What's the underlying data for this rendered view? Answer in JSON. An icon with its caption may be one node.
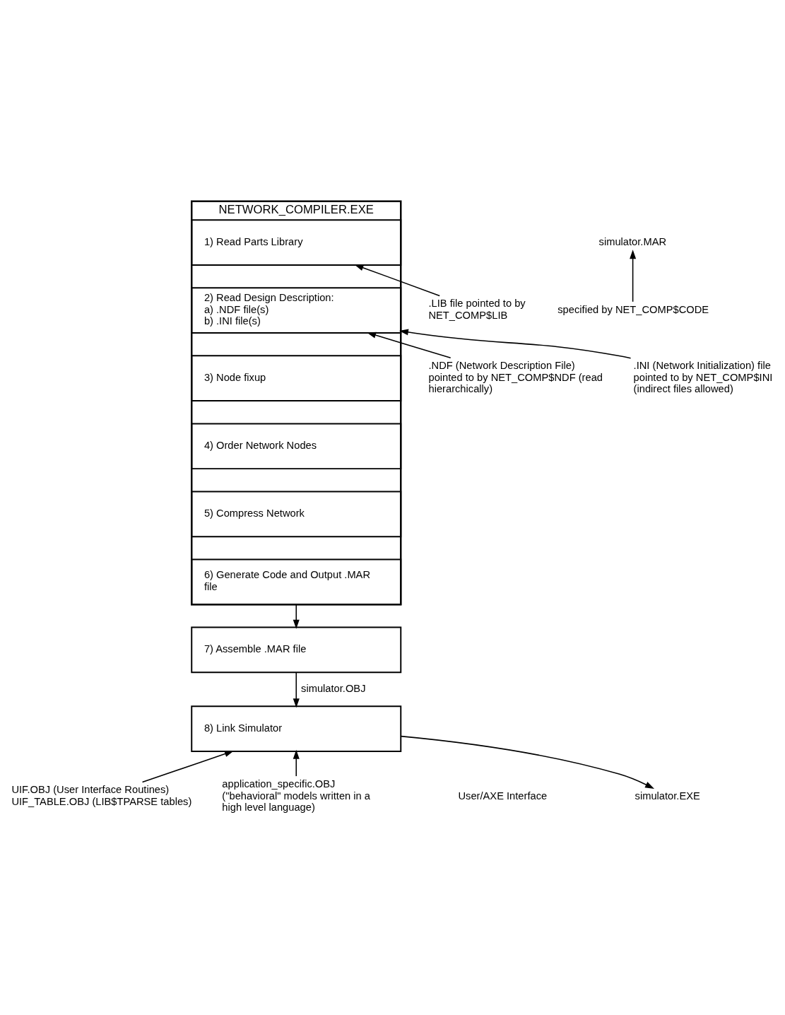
{
  "diagram": {
    "nodes": [
      {
        "text": [
          "NETWORK_COMPILER.EXE"
        ]
      },
      {
        "text": [
          "1) Read Parts Library"
        ],
        "in": 0
      },
      {
        "text": [
          "2) Read Design Description:",
          "a) .NDF file(s)",
          "b) .INI file(s)"
        ],
        "in": 0
      },
      {
        "text": [
          "3) Node fixup"
        ],
        "in": 0
      },
      {
        "text": [
          "4) Order Network Nodes"
        ],
        "in": 0
      },
      {
        "text": [
          "5) Compress Network"
        ],
        "in": 0
      },
      {
        "text": [
          "6) Generate Code and Output .MAR file"
        ],
        "in": 0
      },
      {
        "text": [
          ".LIB file pointed to by NET_COMP$LIB"
        ]
      },
      {
        "text": [
          ".NDF (Network Description File) pointed to by NET_COMP$NDF (read hierarchically)"
        ]
      },
      {
        "text": [
          ".INI (Network Initialization) file pointed to by NET_COMP$INI (indirect files allowed)"
        ]
      },
      {
        "text": [
          "simulator.MAR"
        ]
      },
      {
        "text": [
          "specified by NET_COMP$CODE"
        ]
      },
      {
        "text": [
          "7) Assemble .MAR file"
        ]
      },
      {
        "text": [
          "UIF.OBJ (User Interface Routines)",
          "UIF_TABLE.OBJ (LIB$TPARSE tables)"
        ]
      },
      {
        "text": [
          "application_specific.OBJ (\"behavioral\" models written in a high level language)"
        ]
      },
      {
        "text": [
          "8) Link Simulator"
        ]
      },
      {
        "text": [
          "simulator.EXE"
        ]
      }
    ],
    "edges": [
      {
        "from": 7,
        "to": 1,
        "arrow": "to"
      },
      {
        "from": 8,
        "to": 2,
        "arrow": "to"
      },
      {
        "from": 9,
        "to": 2,
        "arrow": "to"
      },
      {
        "from": 6,
        "to": 12,
        "arrow": "to"
      },
      {
        "from": 11,
        "to": 10,
        "arrow": "to"
      },
      {
        "from": 12,
        "to": 15,
        "arrow": "to",
        "label": "simulator.OBJ"
      },
      {
        "from": 13,
        "to": 15,
        "arrow": "to"
      },
      {
        "from": 14,
        "to": 15,
        "arrow": "to"
      },
      {
        "from": 15,
        "to": 16,
        "arrow": "to"
      }
    ],
    "labels": [
      "User/AXE Interface"
    ]
  }
}
